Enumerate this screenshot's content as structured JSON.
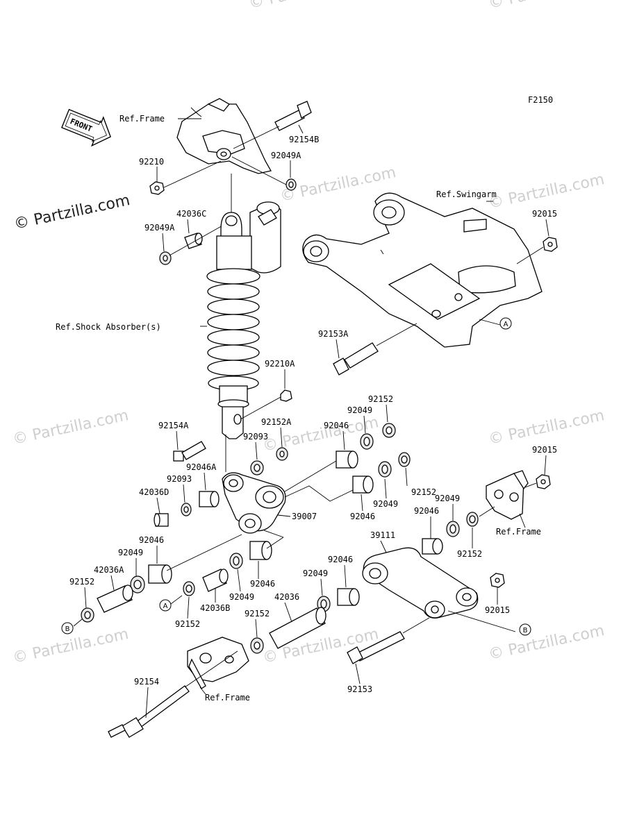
{
  "figure_code": "F2150",
  "front_label": "FRONT",
  "watermark": "© Partzilla.com",
  "callouts": {
    "a": "A",
    "b": "B"
  },
  "labels": {
    "ref_frame_top": "Ref.Frame",
    "p92154B": "92154B",
    "p92210": "92210",
    "p92049A_top": "92049A",
    "p42036C": "42036C",
    "p92049A_left": "92049A",
    "ref_swingarm": "Ref.Swingarm",
    "p92015_top": "92015",
    "ref_shock": "Ref.Shock Absorber(s)",
    "p92153A": "92153A",
    "p92210A": "92210A",
    "p92152_a": "92152",
    "p92049_a": "92049",
    "p92154A": "92154A",
    "p92152A": "92152A",
    "p92046_a": "92046",
    "p92093_a": "92093",
    "p92046A": "92046A",
    "p92093_b": "92093",
    "p42036D": "42036D",
    "p92152_b": "92152",
    "p92049_b": "92049",
    "p92046_b": "92046",
    "p39007": "39007",
    "p92015_right": "92015",
    "p92049_c": "92049",
    "p92046_c": "92046",
    "ref_frame_right": "Ref.Frame",
    "p39111": "39111",
    "p92152_c": "92152",
    "p92046_d": "92046",
    "p92049_d": "92049",
    "p42036A": "42036A",
    "p92152_d": "92152",
    "p92046_e": "92046",
    "p92049_e": "92049",
    "p92046_f": "92046",
    "p92049_f": "92049",
    "p42036B": "42036B",
    "p42036": "42036",
    "p92152_e": "92152",
    "p92152_f": "92152",
    "p92015_bottom": "92015",
    "p92154": "92154",
    "ref_frame_bottom": "Ref.Frame",
    "p92153": "92153"
  }
}
